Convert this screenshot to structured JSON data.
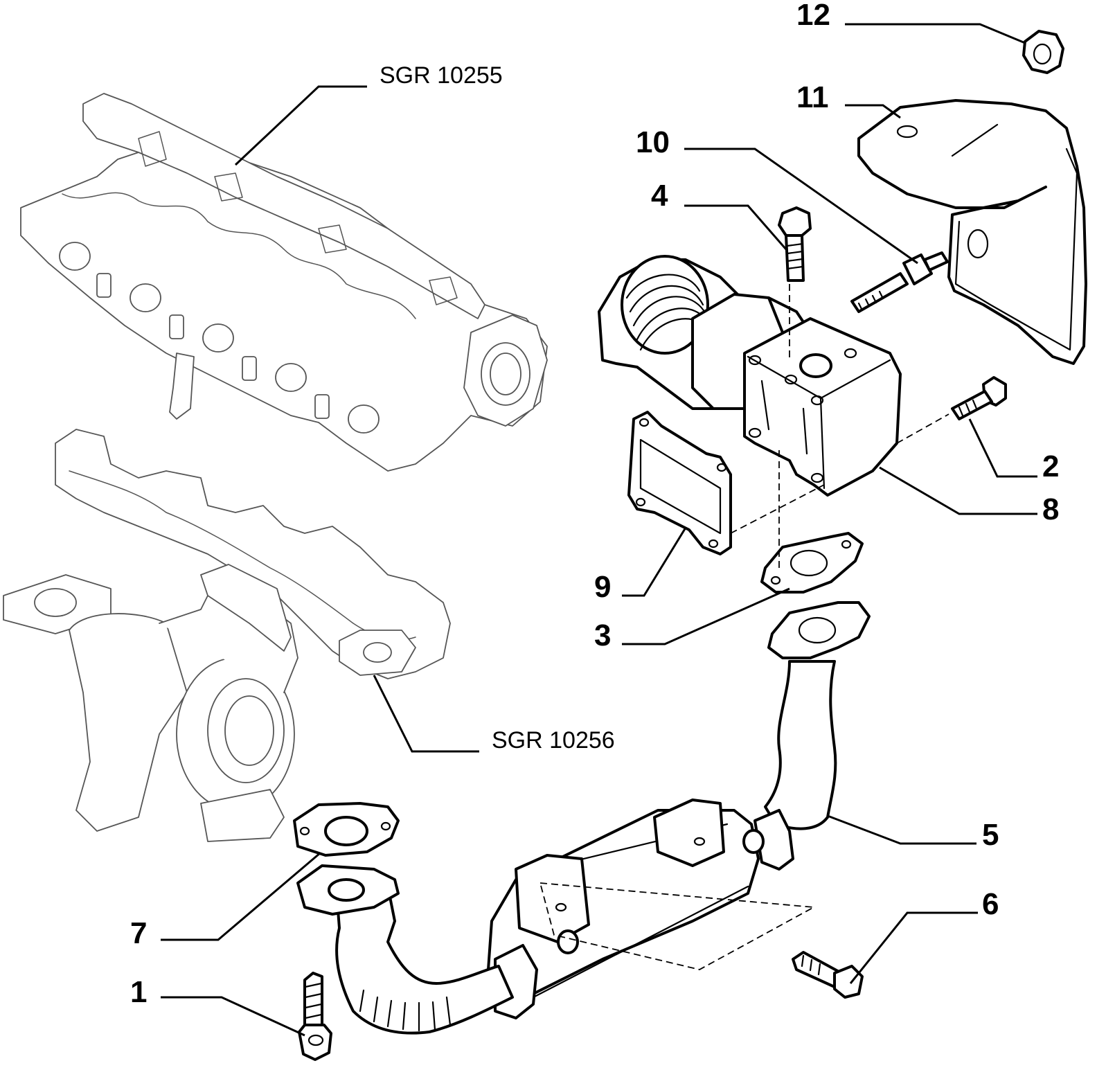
{
  "references": {
    "intake_manifold": "SGR 10255",
    "exhaust_manifold_turbo": "SGR 10256"
  },
  "callouts": {
    "c1": "1",
    "c2": "2",
    "c3": "3",
    "c4": "4",
    "c5": "5",
    "c6": "6",
    "c7": "7",
    "c8": "8",
    "c9": "9",
    "c10": "10",
    "c11": "11",
    "c12": "12"
  },
  "colors": {
    "line": "#000000",
    "ghost_line": "#555555",
    "background": "#ffffff"
  }
}
